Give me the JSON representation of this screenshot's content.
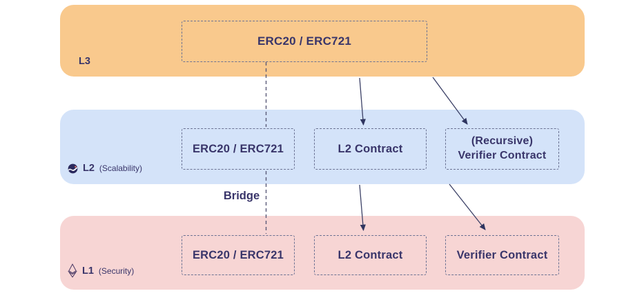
{
  "diagram": {
    "title_hint": "L3 / L2 / L1 layered contracts diagram",
    "bridge_label": "Bridge",
    "colors": {
      "l3_band": "#F9C98D",
      "l2_band": "#D4E3F9",
      "l1_band": "#F7D5D4",
      "text": "#39356A",
      "box_border": "#6B7293",
      "connector": "#3B4066",
      "dashed_connector": "#5A5A78",
      "starknet_icon_fill": "#2B2A5E",
      "starknet_icon_accent": "#EC796B",
      "ethereum_icon_stroke": "#4B3B66"
    },
    "bands": [
      {
        "label": "L3",
        "sublabel": "",
        "boxes": [
          {
            "label": "ERC20 / ERC721"
          }
        ]
      },
      {
        "label": "L2",
        "sublabel": "(Scalability)",
        "icon": "starknet-icon",
        "boxes": [
          {
            "label": "ERC20 / ERC721"
          },
          {
            "label": "L2 Contract"
          },
          {
            "label": "(Recursive)\nVerifier Contract"
          }
        ]
      },
      {
        "label": "L1",
        "sublabel": "(Security)",
        "icon": "ethereum-icon",
        "boxes": [
          {
            "label": "ERC20 / ERC721"
          },
          {
            "label": "L2 Contract"
          },
          {
            "label": "Verifier Contract"
          }
        ]
      }
    ],
    "connectors": [
      {
        "from": "l3-erc20-erc721",
        "to": "l2-erc20-erc721",
        "style": "dashed",
        "arrow": false
      },
      {
        "from": "l3-band",
        "to": "l2-l2-contract",
        "style": "solid",
        "arrow": true
      },
      {
        "from": "l3-band",
        "to": "l2-recursive-verifier-contract",
        "style": "solid",
        "arrow": true
      },
      {
        "from": "l2-erc20-erc721",
        "to": "l1-erc20-erc721",
        "style": "dashed",
        "arrow": false,
        "label": "Bridge"
      },
      {
        "from": "l2-l2-contract",
        "to": "l1-l2-contract",
        "style": "solid",
        "arrow": true
      },
      {
        "from": "l2-recursive-verifier-contract",
        "to": "l1-verifier-contract",
        "style": "solid",
        "arrow": true
      }
    ]
  }
}
